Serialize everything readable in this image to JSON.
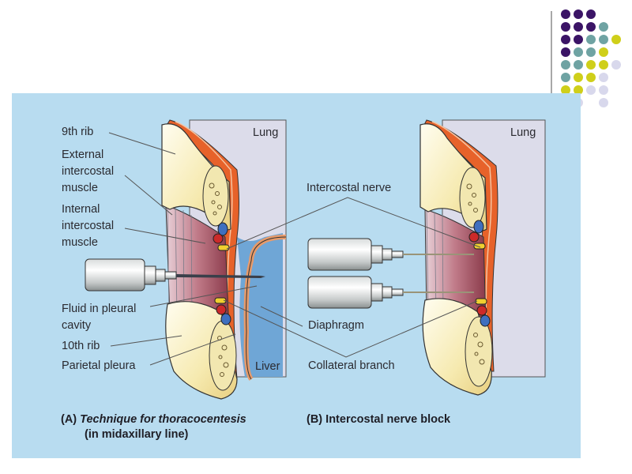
{
  "slide": {
    "decoration": {
      "dot_grid": [
        [
          "purple",
          "purple",
          "purple"
        ],
        [
          "purple",
          "purple",
          "purple",
          "teal"
        ],
        [
          "purple",
          "purple",
          "teal",
          "teal",
          "yellow"
        ],
        [
          "purple",
          "teal",
          "teal",
          "yellow"
        ],
        [
          "teal",
          "teal",
          "yellow",
          "yellow",
          "lavender"
        ],
        [
          "teal",
          "yellow",
          "yellow",
          "lavender"
        ],
        [
          "yellow",
          "yellow",
          "lavender",
          "lavender"
        ],
        [
          "",
          "lavender",
          "",
          "lavender"
        ]
      ],
      "colors": {
        "purple": "#3b1466",
        "teal": "#6fa3a3",
        "yellow": "#cfcf1a",
        "lavender": "#d8d8ec"
      }
    },
    "figure": {
      "background_color": "#b8dcf0",
      "panel_a": {
        "region_labels": {
          "lung": "Lung",
          "liver": "Liver"
        },
        "labels": {
          "rib9": "9th rib",
          "ext_ic_1": "External",
          "ext_ic_2": "intercostal",
          "ext_ic_3": "muscle",
          "int_ic_1": "Internal",
          "int_ic_2": "intercostal",
          "int_ic_3": "muscle",
          "fluid_1": "Fluid in pleural",
          "fluid_2": "cavity",
          "rib10": "10th rib",
          "parietal": "Parietal pleura"
        },
        "caption_letter": "(A)",
        "caption_line1": "Technique for thoracocentesis",
        "caption_line2": "(in midaxillary line)"
      },
      "center_labels": {
        "intercostal_nerve": "Intercostal nerve",
        "diaphragm": "Diaphragm",
        "collateral_branch": "Collateral branch"
      },
      "panel_b": {
        "region_labels": {
          "lung": "Lung"
        },
        "caption_letter": "(B)",
        "caption_line1": "Intercostal nerve block"
      }
    }
  }
}
